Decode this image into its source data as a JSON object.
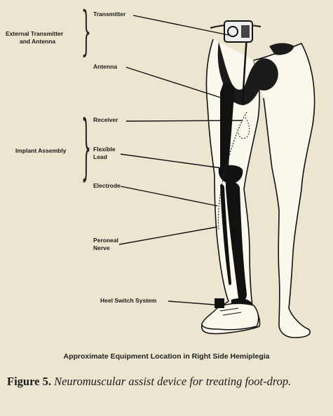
{
  "labels": {
    "transmitter": "Transmitter",
    "external_group_line1": "External Transmitter",
    "external_group_line2": "and Antenna",
    "antenna": "Antenna",
    "receiver": "Receiver",
    "implant_group": "Implant Assembly",
    "flexible_lead_line1": "Flexible",
    "flexible_lead_line2": "Lead",
    "electrode": "Electrode",
    "peroneal_line1": "Peroneal",
    "peroneal_line2": "Nerve",
    "heel_switch": "Heel Switch System"
  },
  "caption": {
    "subtitle": "Approximate Equipment Location in Right Side Hemiplegia",
    "figure_number": "Figure 5.",
    "text": "Neuromuscular assist device for treating foot-drop."
  }
}
